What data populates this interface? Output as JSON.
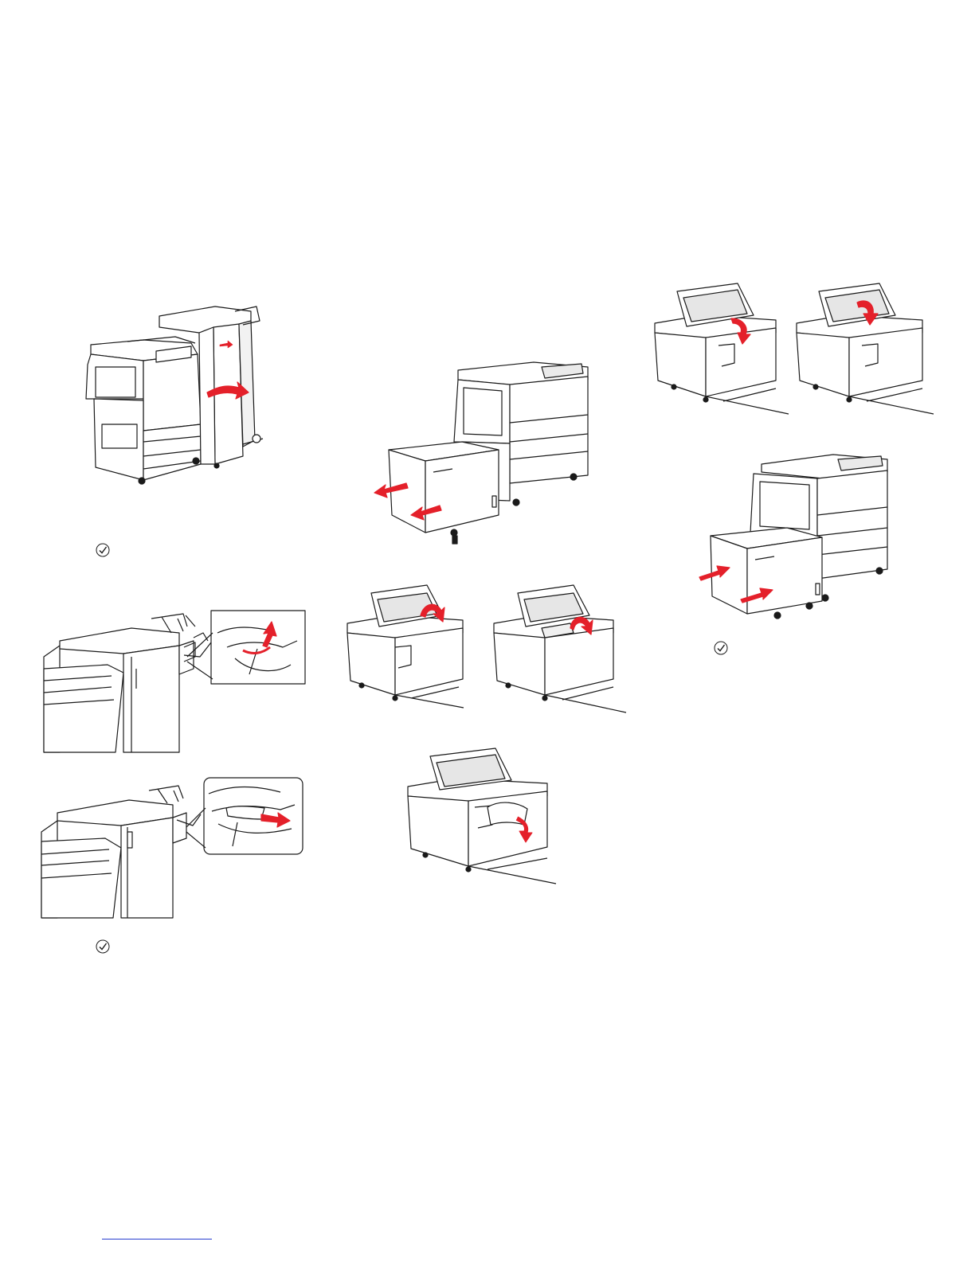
{
  "colors": {
    "line": "#1a1a1a",
    "accent": "#e4202a",
    "fill": "#ffffff",
    "shade": "#d9d9d9",
    "link": "#2a3fd0"
  },
  "figures": [
    {
      "id": "fig-finisher-door",
      "icon": "printer-with-finisher-open-door"
    },
    {
      "id": "fig-finisher-bin-lift",
      "icon": "finisher-output-bin-lift-callout"
    },
    {
      "id": "fig-finisher-bin-remove",
      "icon": "finisher-output-bin-remove-paper-callout"
    },
    {
      "id": "fig-hcf-pull-away",
      "icon": "printer-pull-away-high-capacity-feeder"
    },
    {
      "id": "fig-hcf-open-cover-1",
      "icon": "feeder-open-top-cover"
    },
    {
      "id": "fig-hcf-open-cover-2",
      "icon": "feeder-open-inner-guide"
    },
    {
      "id": "fig-hcf-remove-jam",
      "icon": "feeder-remove-jammed-paper"
    },
    {
      "id": "fig-hcf-close-1",
      "icon": "feeder-close-inner-guide"
    },
    {
      "id": "fig-hcf-close-2",
      "icon": "feeder-close-top-cover"
    },
    {
      "id": "fig-hcf-push-back",
      "icon": "push-feeder-back-to-printer"
    }
  ],
  "checkmarks": 3
}
